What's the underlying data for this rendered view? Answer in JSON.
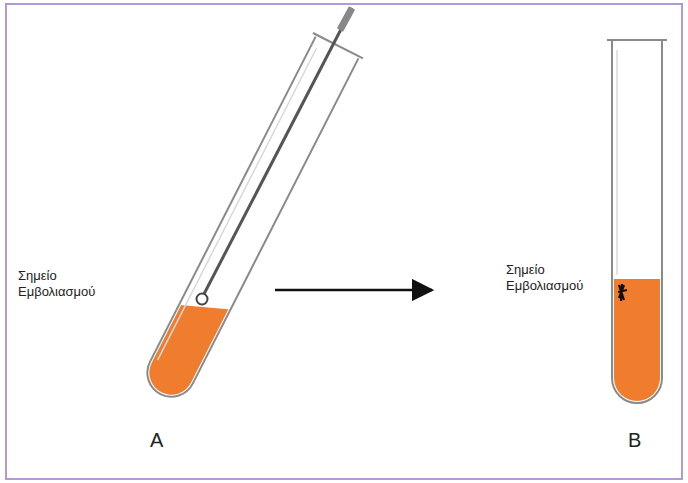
{
  "diagram": {
    "labels": [
      "Σημείο Εμβολιασμού",
      "A",
      "Σημείο Εμβολιασμού",
      "B"
    ]
  }
}
